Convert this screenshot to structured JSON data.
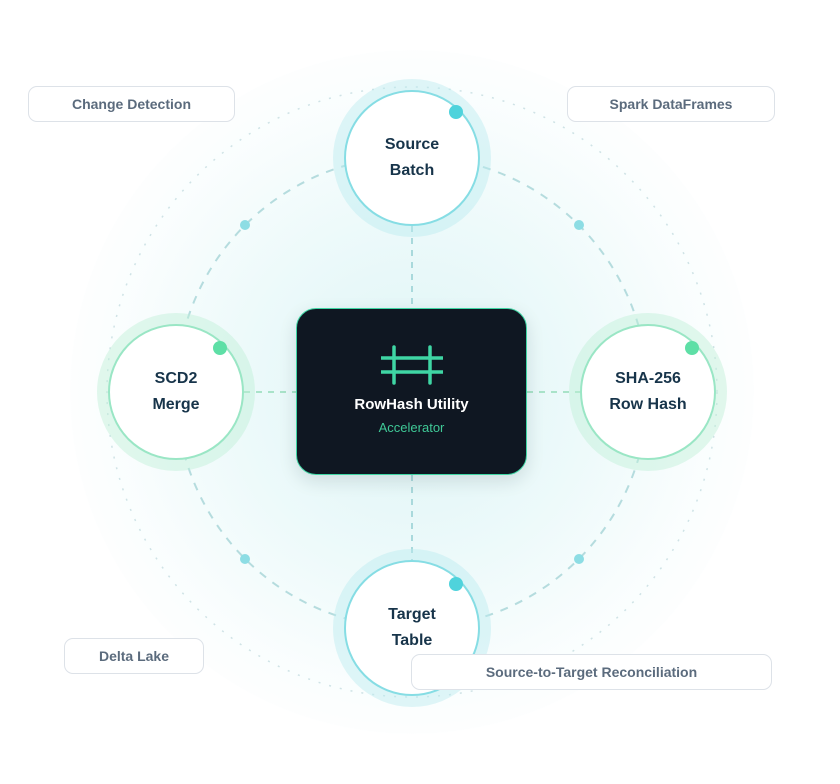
{
  "hub": {
    "title": "RowHash Utility",
    "subtitle": "Accelerator",
    "icon": "hash-grid-icon"
  },
  "nodes": {
    "top": {
      "line1": "Source",
      "line2": "Batch"
    },
    "left": {
      "line1": "SCD2",
      "line2": "Merge"
    },
    "right": {
      "line1": "SHA-256",
      "line2": "Row Hash"
    },
    "bottom": {
      "line1": "Target",
      "line2": "Table"
    }
  },
  "tags": {
    "change_detection": "Change Detection",
    "spark_dataframes": "Spark DataFrames",
    "delta_lake": "Delta Lake",
    "reconciliation": "Source-to-Target Reconciliation"
  },
  "colors": {
    "hub_background": "#0f1722",
    "hub_border": "#3fd6a4",
    "accent_cyan": "#4fd3dc",
    "accent_green": "#5edfa6",
    "connector": "#a9d9dc",
    "node_text": "#17344a",
    "tag_text": "#5b6b7d",
    "tag_border": "#dde2e8"
  }
}
